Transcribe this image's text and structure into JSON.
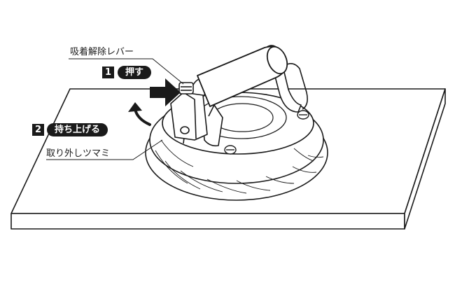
{
  "labels": {
    "release_lever": "吸着解除レバー",
    "step1_number": "1",
    "step1_action": "押す",
    "step2_number": "2",
    "step2_action": "持ち上げる",
    "removal_knob": "取り外しツマミ"
  },
  "colors": {
    "ink": "#1a1a1a",
    "paper": "#ffffff"
  },
  "icons": {
    "push_arrow": "arrow-right-icon",
    "lift_arrow": "curved-arrow-up-icon"
  }
}
